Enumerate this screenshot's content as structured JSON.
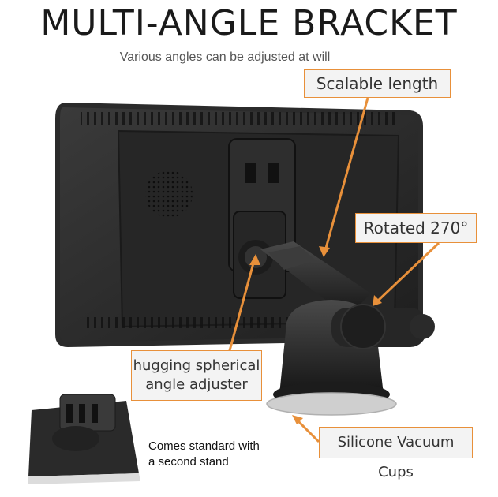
{
  "title": "MULTI-ANGLE BRACKET",
  "subtitle": "Various angles can be adjusted at will",
  "callouts": {
    "scalable_length": "Scalable length",
    "rotated": "Rotated 270°",
    "spherical_line1": "hugging spherical",
    "spherical_line2": "angle adjuster",
    "cups": "Silicone Vacuum Cups"
  },
  "second_stand": {
    "line1": "Comes standard with",
    "line2": "a second stand"
  },
  "colors": {
    "accent": "#e8903a",
    "device": "#2a2a2a"
  }
}
